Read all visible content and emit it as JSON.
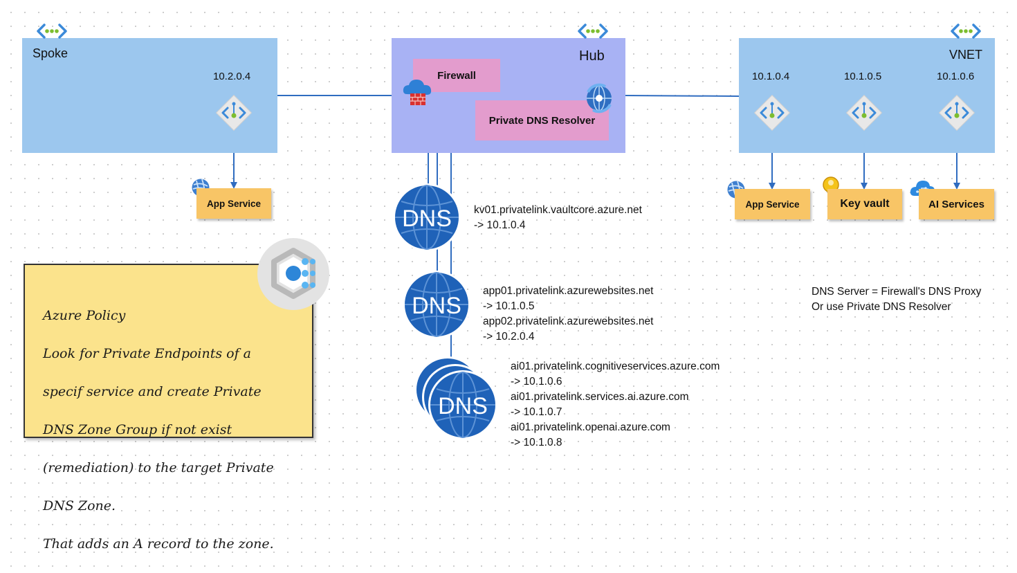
{
  "spoke": {
    "title": "Spoke",
    "ip": "10.2.0.4",
    "service": "App Service"
  },
  "hub": {
    "title": "Hub",
    "firewall": "Firewall",
    "resolver": "Private DNS Resolver"
  },
  "vnet": {
    "title": "VNET",
    "endpoints": [
      {
        "ip": "10.1.0.4",
        "service": "App Service"
      },
      {
        "ip": "10.1.0.5",
        "service": "Key vault"
      },
      {
        "ip": "10.1.0.6",
        "service": "AI Services"
      }
    ]
  },
  "dns_zones": [
    {
      "icon_label": "DNS",
      "records": [
        "kv01.privatelink.vaultcore.azure.net",
        "-> 10.1.0.4"
      ]
    },
    {
      "icon_label": "DNS",
      "records": [
        "app01.privatelink.azurewebsites.net",
        "-> 10.1.0.5",
        "app02.privatelink.azurewebsites.net",
        "-> 10.2.0.4"
      ]
    },
    {
      "icon_label": "DNS",
      "records": [
        "ai01.privatelink.cognitiveservices.azure.com",
        "-> 10.1.0.6",
        "ai01.privatelink.services.ai.azure.com",
        "-> 10.1.0.7",
        "ai01.privatelink.openai.azure.com",
        "-> 10.1.0.8"
      ]
    }
  ],
  "dns_server_note": [
    "DNS Server = Firewall's DNS Proxy",
    "Or use Private DNS Resolver"
  ],
  "policy_note": {
    "lines": [
      "Azure Policy",
      "Look for Private Endpoints of a",
      "specif service and create Private",
      "DNS Zone Group if not exist",
      "(remediation) to the target Private",
      "DNS Zone.",
      "That adds an A record to the zone."
    ]
  },
  "colors": {
    "vnet_fill": "#9cc7ee",
    "hub_fill": "#a8b2f4",
    "label_pink": "#e39ccd",
    "service_orange": "#f8c566",
    "note_yellow": "#fbe38c",
    "line_blue": "#2f6cc0",
    "dns_blue": "#1f62b8"
  },
  "icons": [
    "vnet-icon",
    "private-endpoint-icon",
    "firewall-icon",
    "dns-resolver-icon",
    "dns-icon",
    "app-service-icon",
    "key-vault-icon",
    "ai-services-icon",
    "azure-policy-icon"
  ]
}
